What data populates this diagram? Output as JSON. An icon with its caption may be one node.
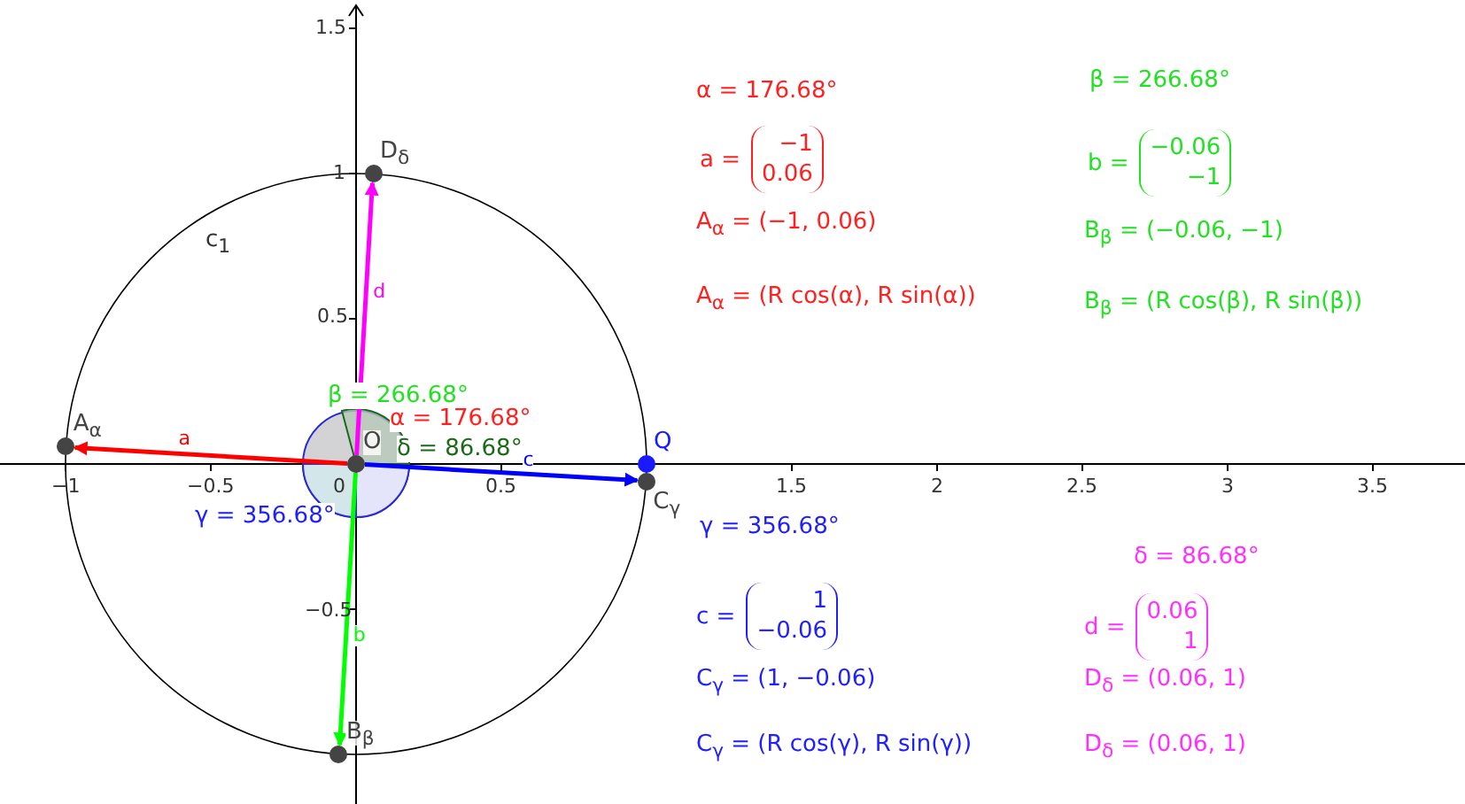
{
  "diagram": {
    "nodes": [
      {
        "text": [
          "O"
        ]
      },
      {
        "text": [
          "A$_{α}$"
        ]
      },
      {
        "text": [
          "B$_{β}$"
        ]
      },
      {
        "text": [
          "C$_{γ}$"
        ]
      },
      {
        "text": [
          "D$_{δ}$"
        ]
      },
      {
        "text": [
          "Q"
        ]
      }
    ],
    "edges": [
      {
        "from": 0,
        "to": 1,
        "arrow": "to",
        "label": "a",
        "color": "#ff0000"
      },
      {
        "from": 0,
        "to": 2,
        "arrow": "to",
        "label": "b",
        "color": "#00ff00"
      },
      {
        "from": 0,
        "to": 3,
        "arrow": "to",
        "label": "c",
        "color": "#0000ff"
      },
      {
        "from": 0,
        "to": 4,
        "arrow": "to",
        "label": "d",
        "color": "#ff00ff"
      }
    ],
    "labels": [
      "1.5",
      "1",
      "0.5",
      "−0.5",
      "−1",
      "−0.5",
      "0",
      "0.5",
      "1.5",
      "2",
      "2.5",
      "3",
      "3.5",
      "c$_{1}$",
      "β = 266.68°",
      "α = 176.68°",
      "δ = 86.68°",
      "γ = 356.68°",
      "α = 176.68°",
      "a =",
      "−1",
      "0.06",
      "A$_{α}$ = (−1, 0.06)",
      "A$_{α}$ = (R cos(α), R sin(α))",
      "β = 266.68°",
      "b =",
      "−0.06",
      "−1",
      "B$_{β}$ = (−0.06, −1)",
      "B$_{β}$ = (R cos(β), R sin(β))",
      "γ = 356.68°",
      "c =",
      "1",
      "−0.06",
      "C$_{γ}$ = (1, −0.06)",
      "C$_{γ}$ = (R cos(γ), R sin(γ))",
      "δ = 86.68°",
      "d =",
      "0.06",
      "1",
      "D$_{δ}$ = (0.06, 1)",
      "D$_{δ}$ = (0.06, 1)"
    ]
  }
}
